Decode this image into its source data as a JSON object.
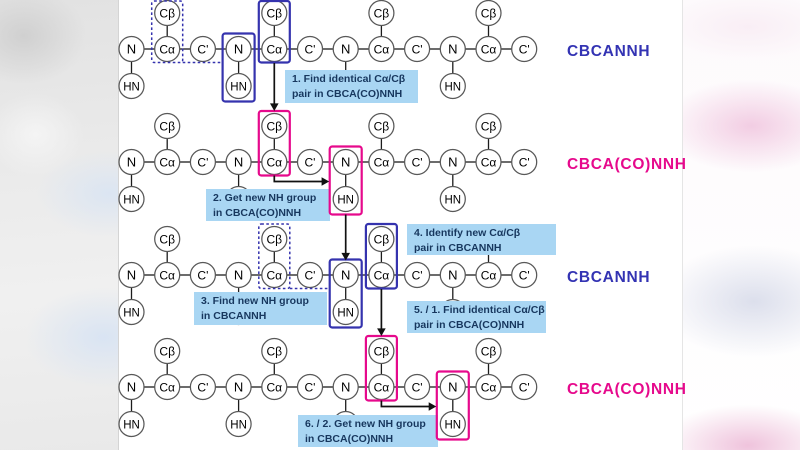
{
  "colors": {
    "cbcannh_blue": "#3333B3",
    "cbcaconnh_magenta": "#E6098C",
    "highlight_blue_box": "#3533AE",
    "highlight_magenta_box": "#E6098C",
    "annotation_bg": "#A9D6F3",
    "annotation_text": "#17375E"
  },
  "atom_labels": {
    "n": "N",
    "ca": "Cα",
    "cp": "C'",
    "cb": "Cβ",
    "hn": "HN"
  },
  "rows": [
    {
      "experiment": "CBCANNH",
      "label_color": "#3333B3",
      "box_color": "#3533AE",
      "highlights": [
        {
          "style": "dotted",
          "kind": "cbca",
          "index": 1,
          "tail": true
        },
        {
          "style": "solid",
          "kind": "nhn",
          "index": 3
        },
        {
          "style": "solid",
          "kind": "cbca",
          "index": 4
        }
      ]
    },
    {
      "experiment": "CBCA(CO)NNH",
      "label_color": "#E6098C",
      "box_color": "#E6098C",
      "highlights": [
        {
          "style": "solid",
          "kind": "cbca",
          "index": 4
        },
        {
          "style": "solid",
          "kind": "nhn",
          "index": 6
        }
      ]
    },
    {
      "experiment": "CBCANNH",
      "label_color": "#3333B3",
      "box_color": "#3533AE",
      "highlights": [
        {
          "style": "dotted",
          "kind": "cbca",
          "index": 4,
          "tail": true
        },
        {
          "style": "solid",
          "kind": "nhn",
          "index": 6
        },
        {
          "style": "solid",
          "kind": "cbca",
          "index": 7
        }
      ]
    },
    {
      "experiment": "CBCA(CO)NNH",
      "label_color": "#E6098C",
      "box_color": "#E6098C",
      "highlights": [
        {
          "style": "solid",
          "kind": "cbca",
          "index": 7
        },
        {
          "style": "solid",
          "kind": "nhn",
          "index": 9
        }
      ]
    }
  ],
  "annotations": [
    {
      "id": "step1",
      "lines": [
        "1. Find identical Cα/Cβ",
        "pair in CBCA(CO)NNH"
      ]
    },
    {
      "id": "step2",
      "lines": [
        "2. Get new NH group",
        "in CBCA(CO)NNH"
      ]
    },
    {
      "id": "step3",
      "lines": [
        "3. Find new NH group",
        "in CBCANNH"
      ]
    },
    {
      "id": "step4",
      "lines": [
        "4. Identify new Cα/Cβ",
        "pair in CBCANNH"
      ]
    },
    {
      "id": "step5",
      "lines": [
        "5. / 1. Find identical Cα/Cβ",
        "pair in CBCA(CO)NNH"
      ]
    },
    {
      "id": "step6",
      "lines": [
        "6. / 2. Get new NH group",
        "in CBCA(CO)NNH"
      ]
    }
  ],
  "arrows": [
    {
      "type": "down",
      "row": 0,
      "index": 4,
      "from": "ca"
    },
    {
      "type": "elbow",
      "row": 1,
      "from_index": 4,
      "to_index": 6
    },
    {
      "type": "down",
      "row": 1,
      "index": 6,
      "from": "hn"
    },
    {
      "type": "down",
      "row": 2,
      "index": 7,
      "from": "ca"
    },
    {
      "type": "elbow",
      "row": 3,
      "from_index": 7,
      "to_index": 9
    }
  ]
}
